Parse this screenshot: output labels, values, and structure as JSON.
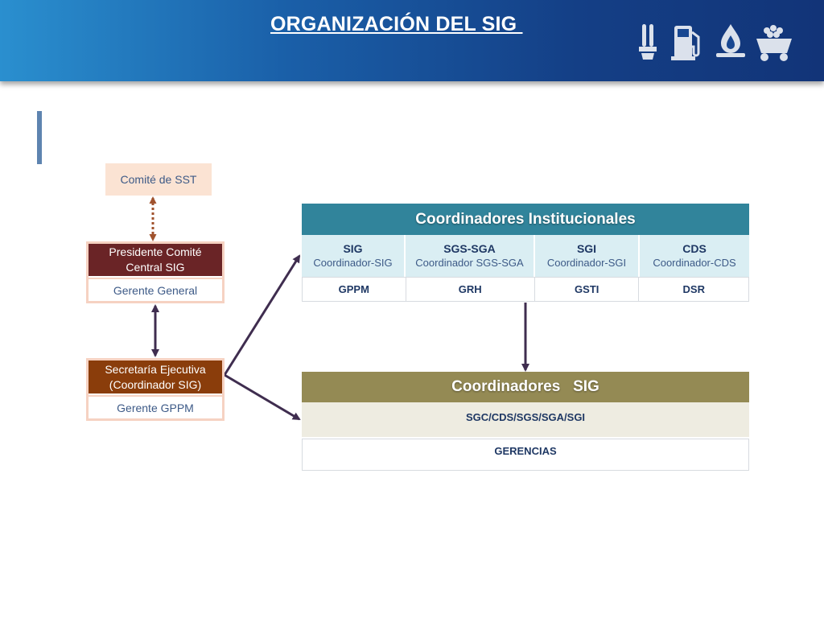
{
  "header": {
    "title": "ORGANIZACIÓN DEL SIG ",
    "icons": [
      "light-bulb-icon",
      "fuel-pump-icon",
      "gas-flame-icon",
      "mine-cart-icon"
    ]
  },
  "left": {
    "comite": "Comité de SST",
    "presidente": {
      "line1": "Presidente Comité",
      "line2": "Central  SIG",
      "sub": "Gerente General"
    },
    "secretaria": {
      "line1": "Secretaría Ejecutiva",
      "line2": "(Coordinador SIG)",
      "sub": "Gerente GPPM"
    }
  },
  "institucionales": {
    "title": "Coordinadores  Institucionales",
    "columns": [
      {
        "key": "SIG",
        "sub": "Coordinador-SIG",
        "area": "GPPM"
      },
      {
        "key": "SGS-SGA",
        "sub": "Coordinador SGS-SGA",
        "area": "GRH"
      },
      {
        "key": "SGI",
        "sub": "Coordinador-SGI",
        "area": "GSTI"
      },
      {
        "key": "CDS",
        "sub": "Coordinador-CDS",
        "area": "DSR"
      }
    ]
  },
  "sig": {
    "title": "Coordinadores   SIG",
    "row1": "SGC/CDS/SGS/SGA/SGI",
    "row2": "GERENCIAS"
  },
  "colors": {
    "banner": "#1a5fa8",
    "presidente": "#6a2426",
    "secretaria": "#8a3d0b",
    "institucionales": "#31849b",
    "sig": "#948a54",
    "arrow": "#3f2d4f",
    "dotted": "#a0522d"
  }
}
